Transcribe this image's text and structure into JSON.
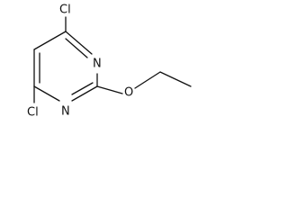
{
  "molecule": {
    "atoms": {
      "cl_top": "Cl",
      "cl_bottom": "Cl",
      "n_upper": "N",
      "n_lower": "N",
      "oxygen": "O"
    }
  }
}
